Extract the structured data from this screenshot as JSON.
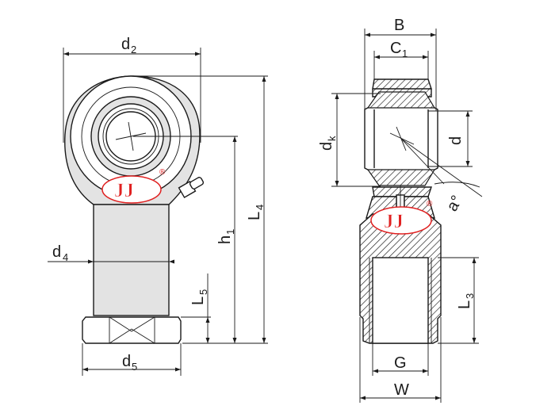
{
  "drawing": {
    "labels": {
      "d2": {
        "main": "d",
        "sub": "2"
      },
      "d4": {
        "main": "d",
        "sub": "4"
      },
      "d5": {
        "main": "d",
        "sub": "5"
      },
      "h1": {
        "main": "h",
        "sub": "1"
      },
      "L4": {
        "main": "L",
        "sub": "4"
      },
      "L5": {
        "main": "L",
        "sub": "5"
      },
      "B": "B",
      "C1": {
        "main": "C",
        "sub": "1"
      },
      "dk": {
        "main": "d",
        "sub": "k"
      },
      "d": "d",
      "a": "a°",
      "L3": {
        "main": "L",
        "sub": "3"
      },
      "G": "G",
      "W": "W"
    },
    "logo": {
      "text": "JJ",
      "registered": "®",
      "color": "#e02020"
    }
  }
}
